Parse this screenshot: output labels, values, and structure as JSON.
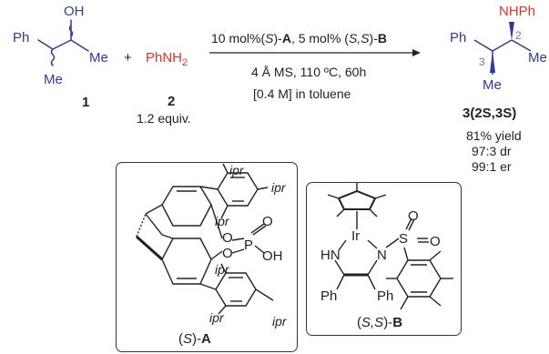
{
  "reactant1": {
    "oh": "OH",
    "ph": "Ph",
    "me1": "Me",
    "me2": "Me",
    "number": "1"
  },
  "plus": "+",
  "reactant2": {
    "formula_main": "PhNH",
    "formula_sub": "2",
    "number": "2",
    "equiv": "1.2 equiv."
  },
  "conditions": {
    "line1": [
      "10 mol%(",
      "S",
      ")-",
      "A",
      ", 5 mol% (",
      "S,S",
      ")-",
      "B"
    ],
    "line2": "4 Å MS, 110 ºC, 60h",
    "line3": "[0.4 M] in toluene"
  },
  "product": {
    "nhph": "NHPh",
    "ph": "Ph",
    "me1": "Me",
    "me2": "Me",
    "loc2": "2",
    "loc3": "3",
    "label": "3(2S,3S)",
    "yield": "81% yield",
    "dr": "97:3 dr",
    "er": "99:1 er"
  },
  "catalystA": {
    "ipr_labels": [
      "ipr",
      "ipr",
      "ipr",
      "ipr",
      "ipr",
      "ipr"
    ],
    "o1": "O",
    "o2": "O",
    "o3": "O",
    "p": "P",
    "oh": "OH",
    "caption_pre": "(",
    "caption_s": "S",
    "caption_post": ")-",
    "caption_letter": "A"
  },
  "catalystB": {
    "ir": "Ir",
    "hn": "HN",
    "n": "N",
    "s": "S",
    "o": "O",
    "o2": "O",
    "ph1": "Ph",
    "ph2": "Ph",
    "caption_pre": "(",
    "caption_ss": "S,S",
    "caption_post": ")-",
    "caption_letter": "B"
  },
  "colors": {
    "reactant1": "#2e3a9c",
    "reactant2": "#e8302a",
    "product_blue": "#2e3a9c",
    "product_red": "#e8302a"
  }
}
